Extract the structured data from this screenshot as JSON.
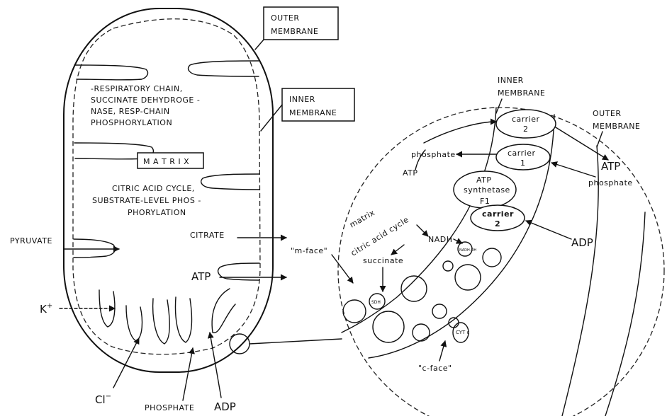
{
  "left": {
    "outer_membrane": [
      "OUTER",
      "MEMBRANE"
    ],
    "inner_membrane": [
      "INNER",
      "MEMBRANE"
    ],
    "respiratory_text": [
      "-RESPIRATORY CHAIN,",
      "SUCCINATE DEHYDROGE -",
      "NASE, RESP-CHAIN",
      "PHOSPHORYLATION"
    ],
    "matrix": "M A T R I X",
    "citric_text": [
      "CITRIC ACID CYCLE,",
      "SUBSTRATE-LEVEL PHOS -",
      "PHORYLATION"
    ],
    "citrate": "CITRATE",
    "atp": "ATP",
    "pyruvate": "PYRUVATE",
    "k": "K",
    "k_sup": "+",
    "cl": "Cl",
    "cl_sup": "−",
    "phosphate": "PHOSPHATE",
    "adp": "ADP"
  },
  "right": {
    "inner_membrane": [
      "INNER",
      "MEMBRANE"
    ],
    "outer_membrane": [
      "OUTER",
      "MEMBRANE"
    ],
    "carrier_top": [
      "carrier",
      "2"
    ],
    "carrier_mid": [
      "carrier",
      "1"
    ],
    "carrier_low": [
      "carrier",
      "2"
    ],
    "phosphate_in": "phosphate",
    "atp_in": "ATP",
    "synthetase": [
      "ATP",
      "synthetase",
      "F1"
    ],
    "atp_out": "ATP",
    "phosphate_out": "phosphate",
    "adp": "ADP",
    "matrix": "matrix",
    "cycle": "citric acid cycle",
    "nadh": "NADH",
    "nadh_dh": "NADH-DH",
    "m_face": "\"m-face\"",
    "succinate": "succinate",
    "sdh": "SDH",
    "cyt": "CYT c",
    "c_face": "\"c-face\""
  }
}
